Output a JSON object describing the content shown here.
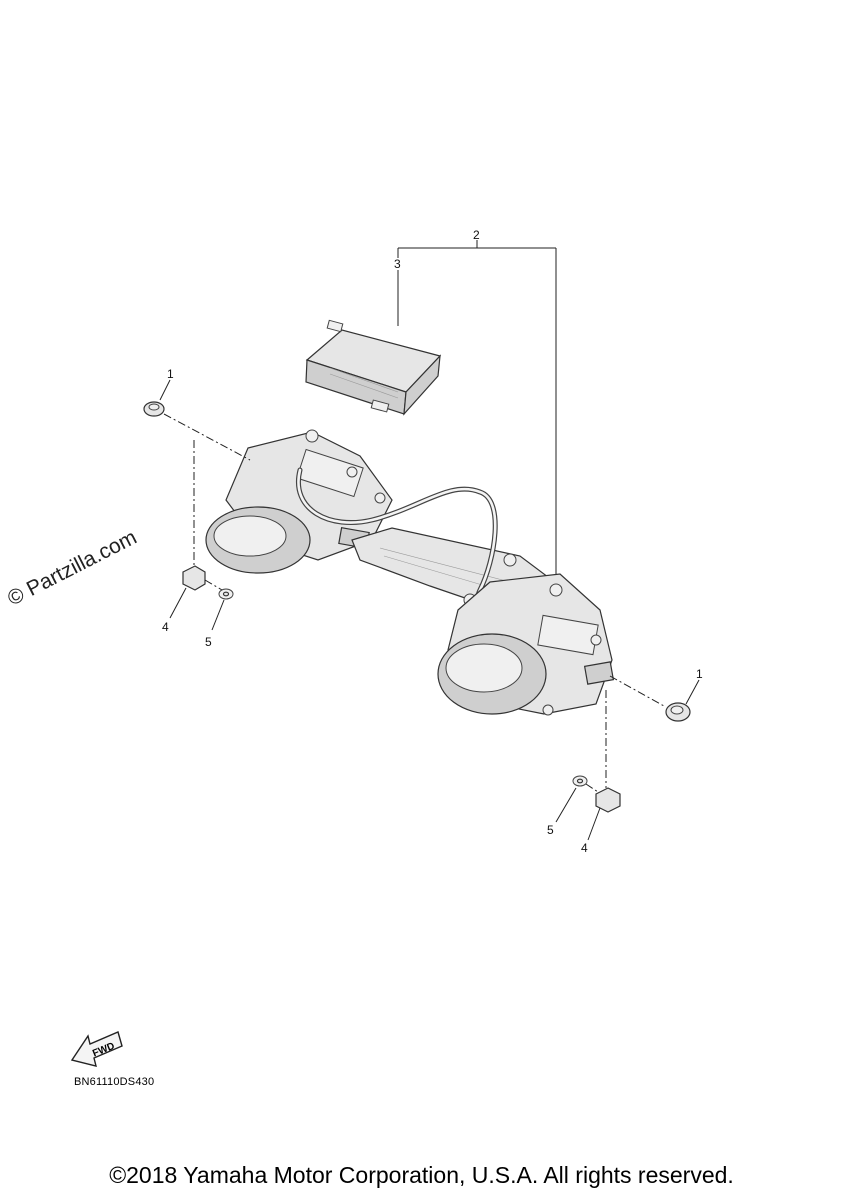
{
  "diagram": {
    "callouts": [
      "1",
      "2",
      "3",
      "1",
      "4",
      "5",
      "5",
      "4"
    ],
    "fwd_label": "FWD",
    "code": "BN61110DS430",
    "watermark": "© Partzilla.com",
    "copyright": "©2018 Yamaha Motor Corporation, U.S.A. All rights reserved."
  }
}
